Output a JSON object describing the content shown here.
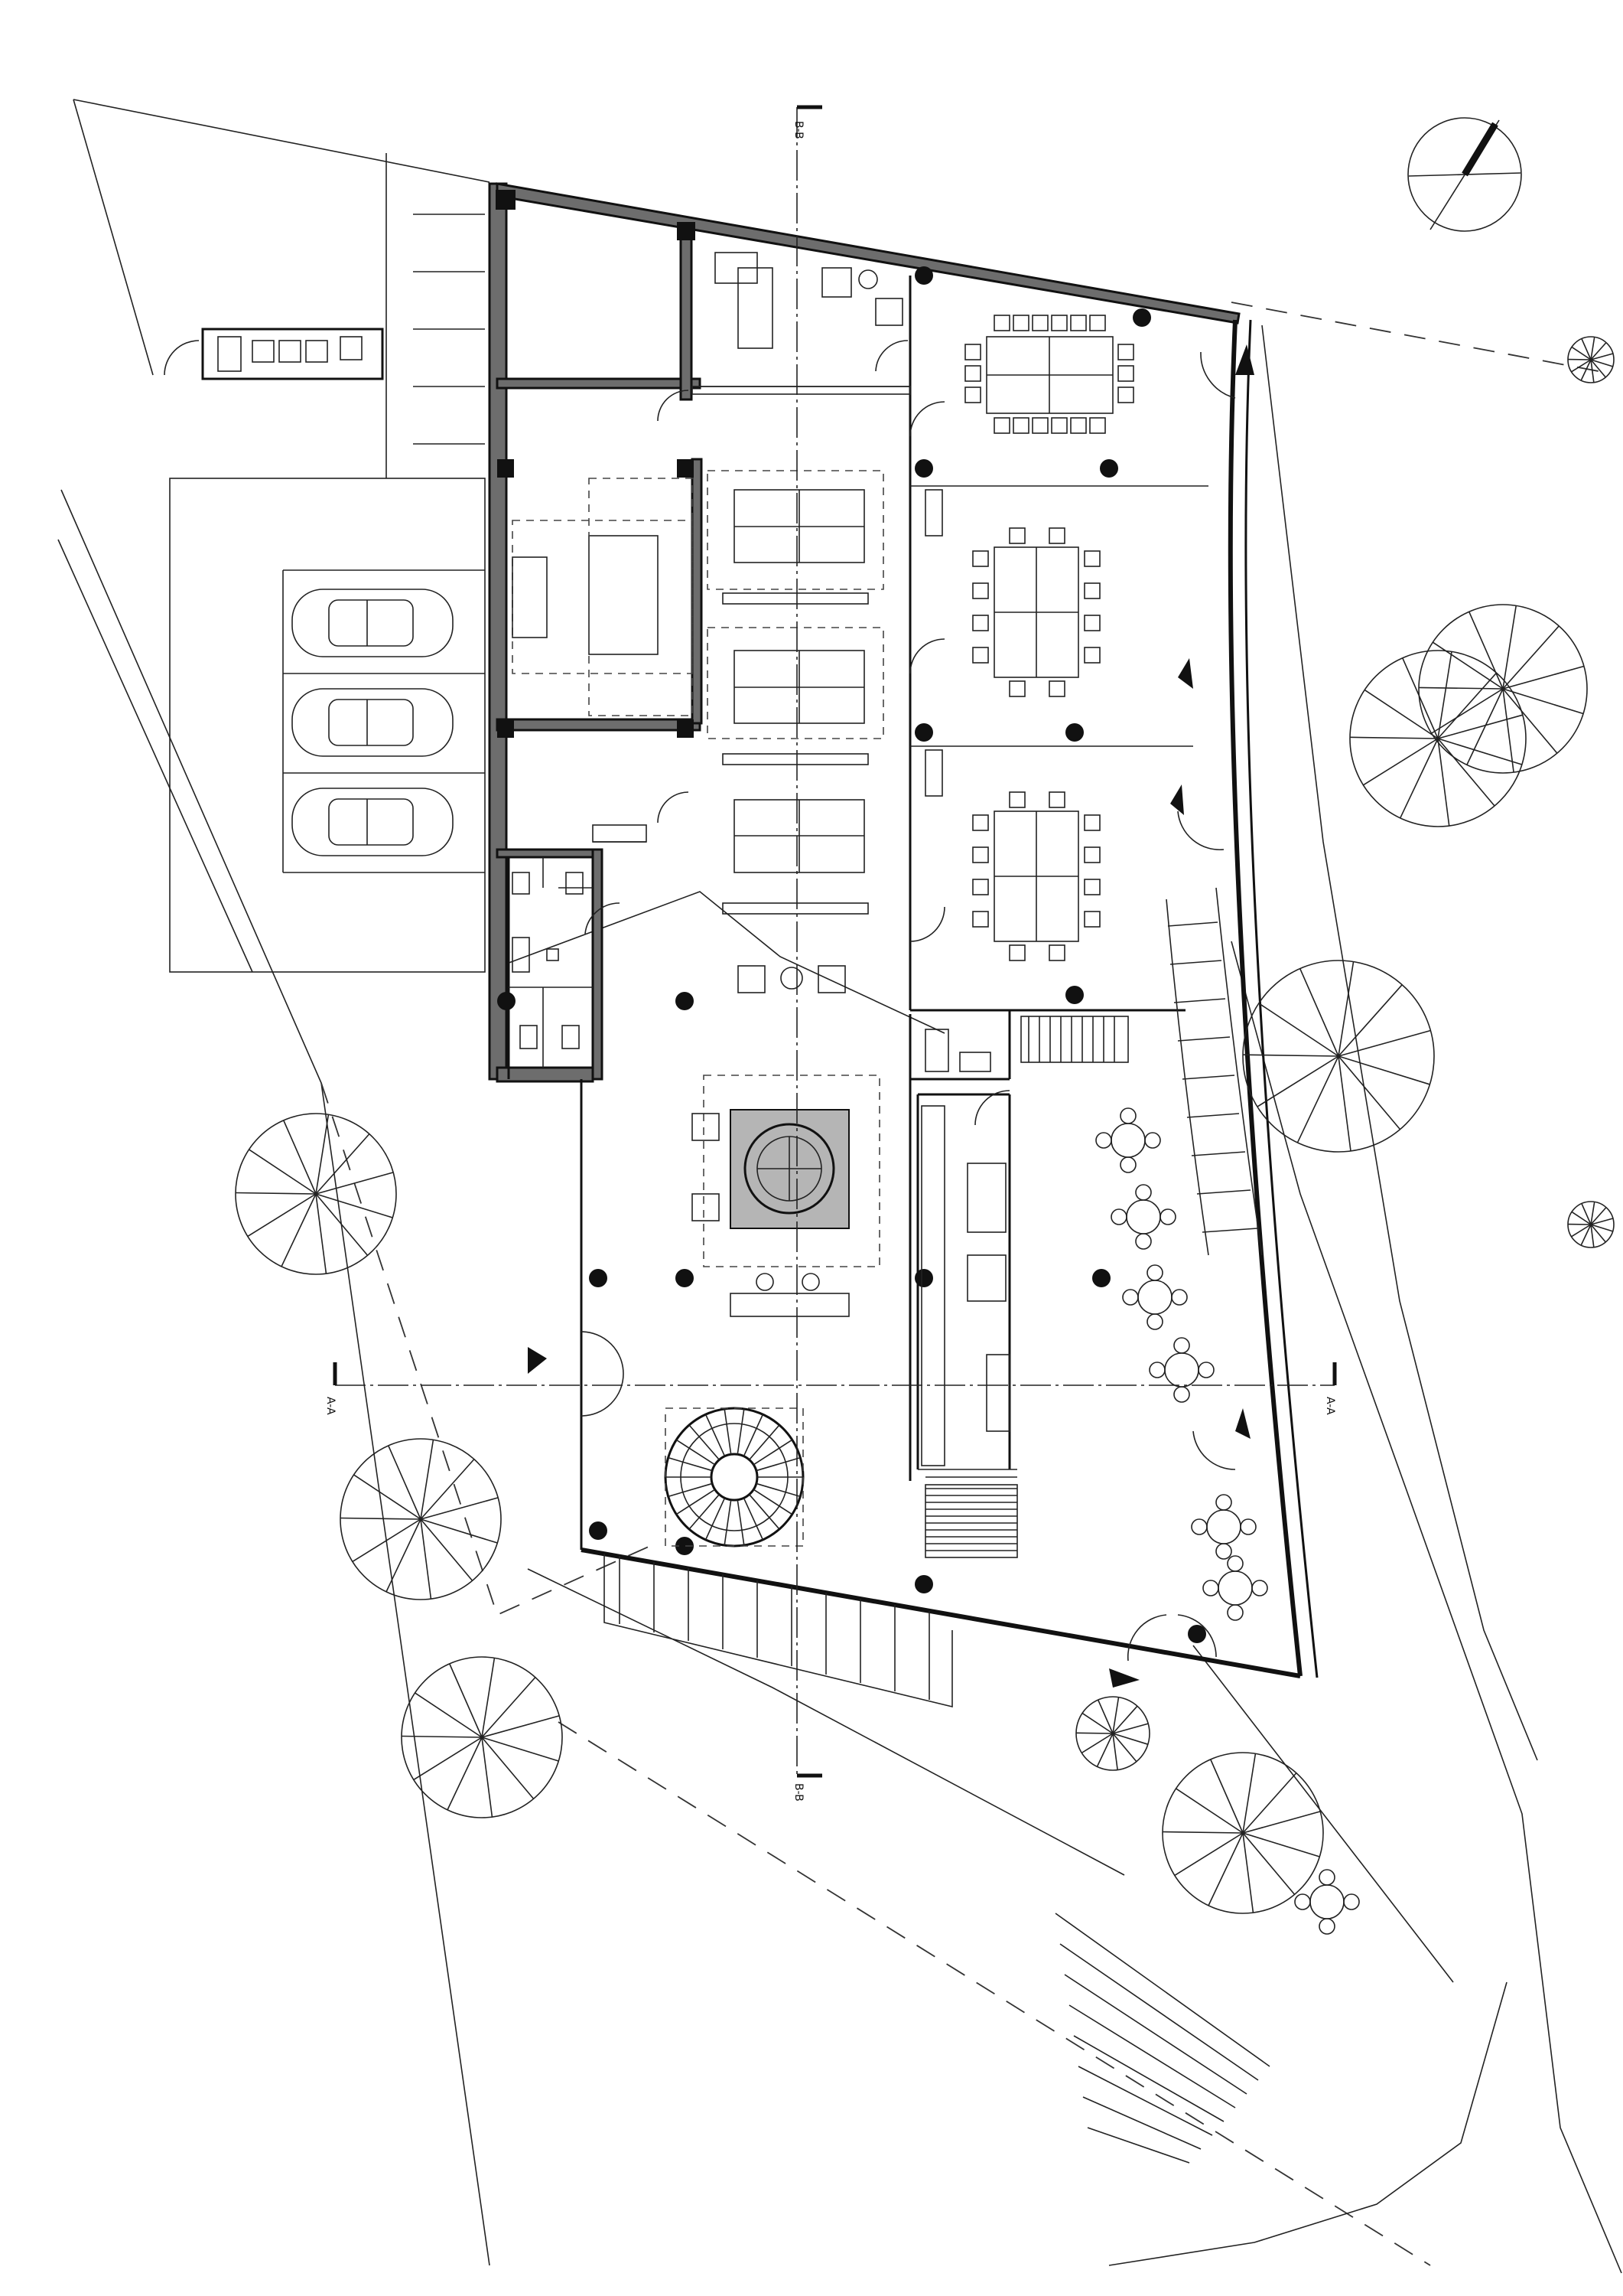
{
  "section_labels": {
    "bb_top": "B-B",
    "bb_bottom": "B-B",
    "aa_left": "A-A",
    "aa_right": "A-A"
  }
}
